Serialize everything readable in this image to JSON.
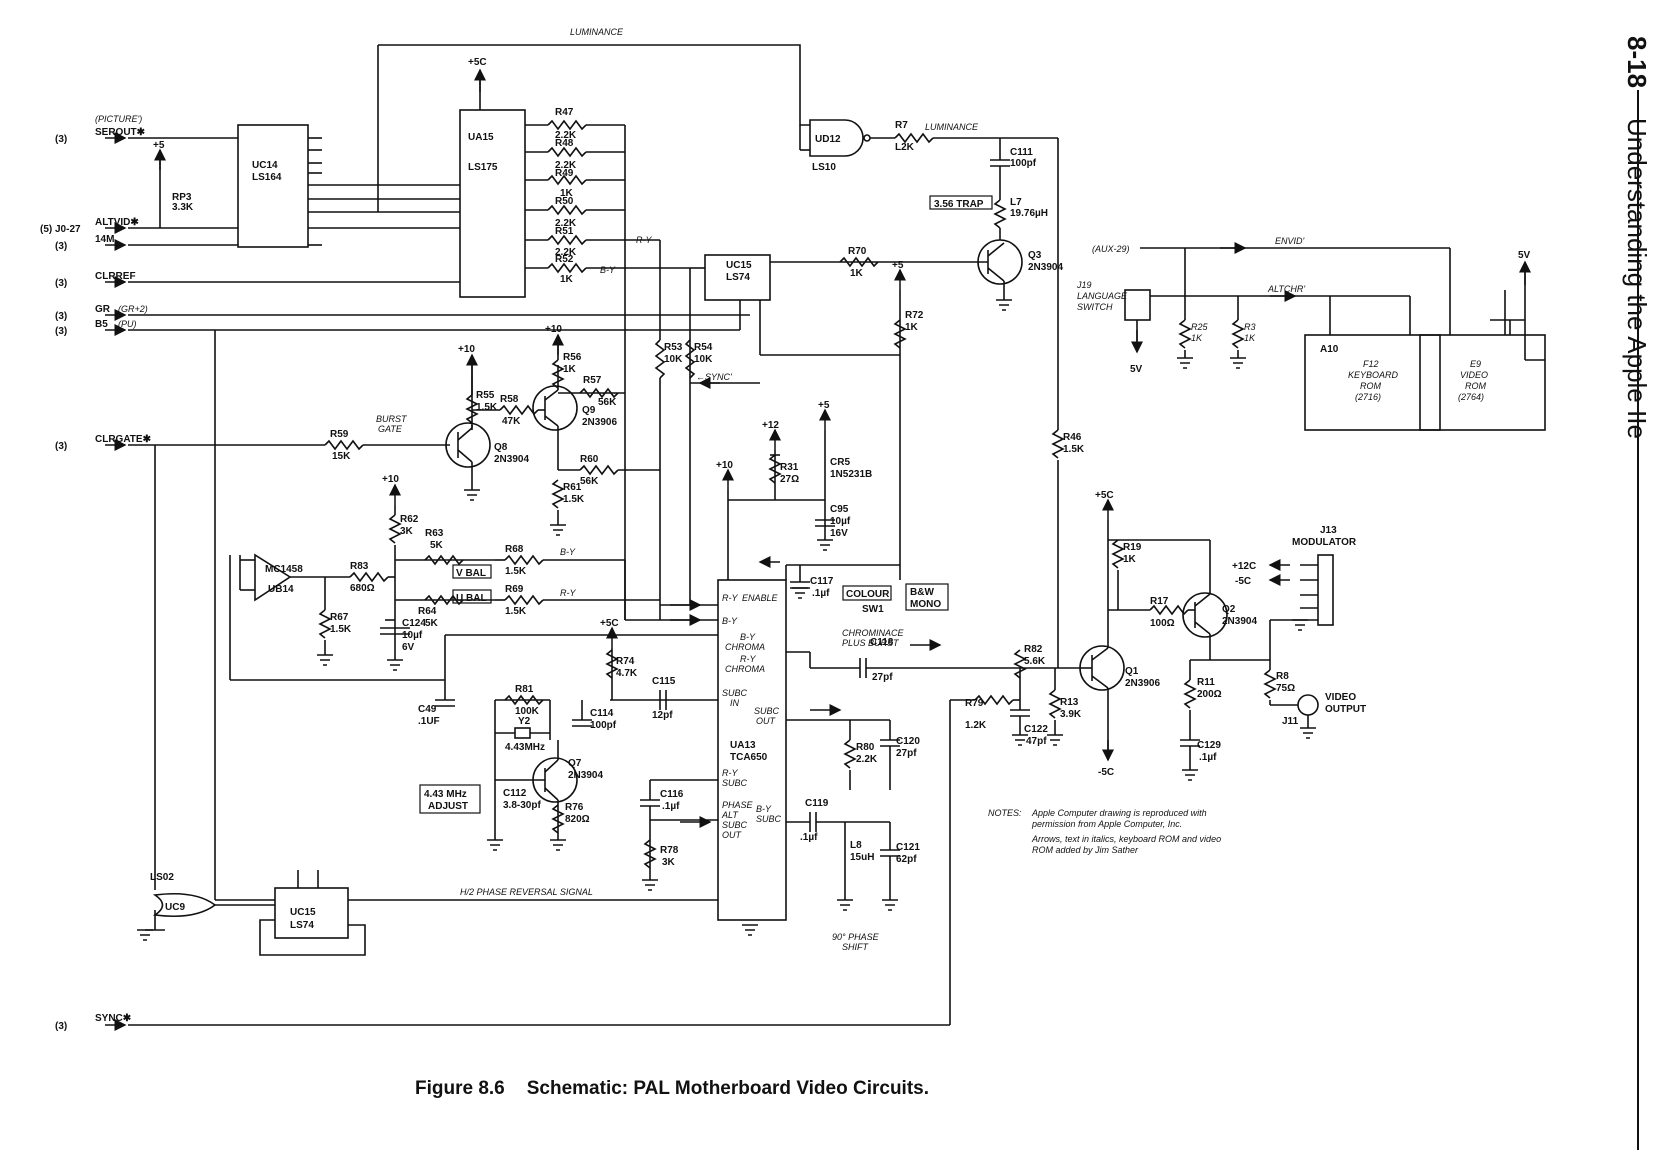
{
  "page": {
    "number": "8-18",
    "book_title": "Understanding the Apple IIe"
  },
  "caption": {
    "figure": "Figure 8.6",
    "title": "Schematic: PAL Motherboard Video Circuits."
  },
  "notes": {
    "title": "NOTES:",
    "line1": "Apple Computer drawing is reproduced with",
    "line2": "permission from Apple Computer, Inc.",
    "line3": "Arrows, text in italics, keyboard ROM and video",
    "line4": "ROM added by Jim Sather"
  },
  "signals": {
    "luminance": "LUMINANCE",
    "luminance2": "LUMINANCE",
    "serout": "SEROUT✱",
    "picture": "(PICTURE')",
    "altvid": "ALTVID✱",
    "j0_27": "(5) J0-27",
    "m14": "14M",
    "clrref": "CLRREF",
    "gr": "GR",
    "gr_note": "(GR+2)",
    "b5": "B5",
    "b5_note": "(PU)",
    "clrgate": "CLRGATE✱",
    "sync": "SYNC✱",
    "sync_arrow": "←SYNC'",
    "burst_gate": "BURST",
    "burst_gate2": "GATE",
    "ry": "R-Y",
    "by": "B-Y",
    "h2": "H/2 PHASE REVERSAL SIGNAL",
    "envid": "ENVID'",
    "aux29": "(AUX-29)",
    "altchr": "ALTCHR'",
    "chrominace": "CHROMINACE",
    "plus_burst": "PLUS BURST",
    "phase_shift1": "90° PHASE",
    "phase_shift2": "SHIFT",
    "src3": "(3)"
  },
  "chips": {
    "uc14": {
      "name": "UC14",
      "type": "LS164"
    },
    "ua15": {
      "name": "UA15",
      "type": "LS175"
    },
    "ud12": {
      "name": "UD12",
      "type": "LS10"
    },
    "uc15a": {
      "name": "UC15",
      "type": "LS74"
    },
    "uc15b": {
      "name": "UC15",
      "type": "LS74"
    },
    "ub14": {
      "name": "UB14",
      "type": "MC1458"
    },
    "ua13": {
      "name": "UA13",
      "type": "TCA650"
    },
    "uc9": {
      "name": "UC9",
      "type": "LS02"
    },
    "f12": {
      "pin": "A10",
      "name": "F12",
      "type1": "KEYBOARD",
      "type2": "ROM",
      "part": "(2716)"
    },
    "e9": {
      "name": "E9",
      "type1": "VIDEO",
      "type2": "ROM",
      "part": "(2764)"
    }
  },
  "components": {
    "rp3": [
      "RP3",
      "3.3K"
    ],
    "r47": [
      "R47",
      "2.2K"
    ],
    "r48": [
      "R48",
      "2.2K"
    ],
    "r49": [
      "R49",
      "1K"
    ],
    "r50": [
      "R50",
      "2.2K"
    ],
    "r51": [
      "R51",
      "2.2K"
    ],
    "r52": [
      "R52",
      "1K"
    ],
    "r7": [
      "R7",
      "L2K"
    ],
    "c111": [
      "C111",
      "100pf"
    ],
    "l7": [
      "L7",
      "19.76µH"
    ],
    "trap": "3.56 TRAP",
    "q3": [
      "Q3",
      "2N3904"
    ],
    "r70": [
      "R70",
      "1K"
    ],
    "r72": [
      "R72",
      "1K"
    ],
    "r53": [
      "R53",
      "10K"
    ],
    "r54": [
      "R54",
      "10K"
    ],
    "r55": [
      "R55",
      "1.5K"
    ],
    "r56": [
      "R56",
      "1K"
    ],
    "r57": [
      "R57",
      "56K"
    ],
    "r58": [
      "R58",
      "47K"
    ],
    "q9": [
      "Q9",
      "2N3906"
    ],
    "r59": [
      "R59",
      "15K"
    ],
    "q8": [
      "Q8",
      "2N3904"
    ],
    "r60": [
      "R60",
      "56K"
    ],
    "r61": [
      "R61",
      "1.5K"
    ],
    "r62": [
      "R62",
      "3K"
    ],
    "r63": [
      "R63",
      "5K"
    ],
    "r64": [
      "R64",
      "5K"
    ],
    "r68": [
      "R68",
      "1.5K"
    ],
    "r69": [
      "R69",
      "1.5K"
    ],
    "r83": [
      "R83",
      "680Ω"
    ],
    "r67": [
      "R67",
      "1.5K"
    ],
    "c124": [
      "C124",
      "10µf",
      "6V"
    ],
    "vbal": "V BAL",
    "ubal": "U BAL",
    "r31": [
      "R31",
      "27Ω"
    ],
    "cr5": [
      "CR5",
      "1N5231B"
    ],
    "c95": [
      "C95",
      "10µf",
      "16V"
    ],
    "c117": [
      "C117",
      ".1µf"
    ],
    "colour": "COLOUR",
    "sw1": "SW1",
    "bw": [
      "B&W",
      "MONO"
    ],
    "c118": [
      "C118",
      "27pf"
    ],
    "r74": [
      "R74",
      "4.7K"
    ],
    "c115": [
      "C115",
      "12pf"
    ],
    "r81": [
      "R81",
      "100K"
    ],
    "y2": [
      "Y2",
      "4.43MHz"
    ],
    "c114": [
      "C114",
      "100pf"
    ],
    "q7": [
      "Q7",
      "2N3904"
    ],
    "r76": [
      "R76",
      "820Ω"
    ],
    "c112": [
      "C112",
      "3.8-30pf"
    ],
    "adjust": [
      "4.43 MHz",
      "ADJUST"
    ],
    "c116": [
      "C116",
      ".1µf"
    ],
    "r78": [
      "R78",
      "3K"
    ],
    "c119": [
      "C119",
      ".1µf"
    ],
    "l8": [
      "L8",
      "15uH"
    ],
    "c121": [
      "C121",
      "62pf"
    ],
    "r80": [
      "R80",
      "2.2K"
    ],
    "c120": [
      "C120",
      "27pf"
    ],
    "c119b": [
      "C119",
      ".1µf"
    ],
    "r79": [
      "R79",
      "1.2K"
    ],
    "c122": [
      "C122",
      "47pf"
    ],
    "r82": [
      "R82",
      "5.6K"
    ],
    "r13": [
      "R13",
      "3.9K"
    ],
    "r46": [
      "R46",
      "1.5K"
    ],
    "q1": [
      "Q1",
      "2N3906"
    ],
    "q2": [
      "Q2",
      "2N3904"
    ],
    "r19": [
      "R19",
      "1K"
    ],
    "r17": [
      "R17",
      "100Ω"
    ],
    "r11": [
      "R11",
      "200Ω"
    ],
    "c129": [
      "C129",
      ".1µf"
    ],
    "r8": [
      "R8",
      "75Ω"
    ],
    "j11": [
      "J11",
      "VIDEO",
      "OUTPUT"
    ],
    "j13": [
      "J13",
      "MODULATOR"
    ],
    "j19": [
      "J19",
      "LANGUAGE",
      "SWITCH"
    ],
    "r25": [
      "R25",
      "1K"
    ],
    "r3": [
      "R3",
      "1K"
    ],
    "c49": [
      "C49",
      ".1UF"
    ]
  },
  "rails": {
    "p5c": "+5C",
    "p5": "+5",
    "p10": "+10",
    "p12": "+12",
    "m5c": "-5C",
    "p12c": "+12C",
    "v5": "5V"
  },
  "ua13_pins": {
    "enable": "ENABLE",
    "ry": "R-Y",
    "by": "B-Y",
    "by_chroma1": "B-Y",
    "by_chroma2": "CHROMA",
    "ry_chroma1": "R-Y",
    "ry_chroma2": "CHROMA",
    "subc_in1": "SUBC",
    "subc_in2": "IN",
    "subc_out1": "SUBC",
    "subc_out2": "OUT",
    "ry_subc1": "R-Y",
    "ry_subc2": "SUBC",
    "phase1": "PHASE",
    "phase2": "ALT",
    "phase3": "SUBC",
    "phase4": "OUT",
    "by_subc1": "B-Y",
    "by_subc2": "SUBC"
  }
}
